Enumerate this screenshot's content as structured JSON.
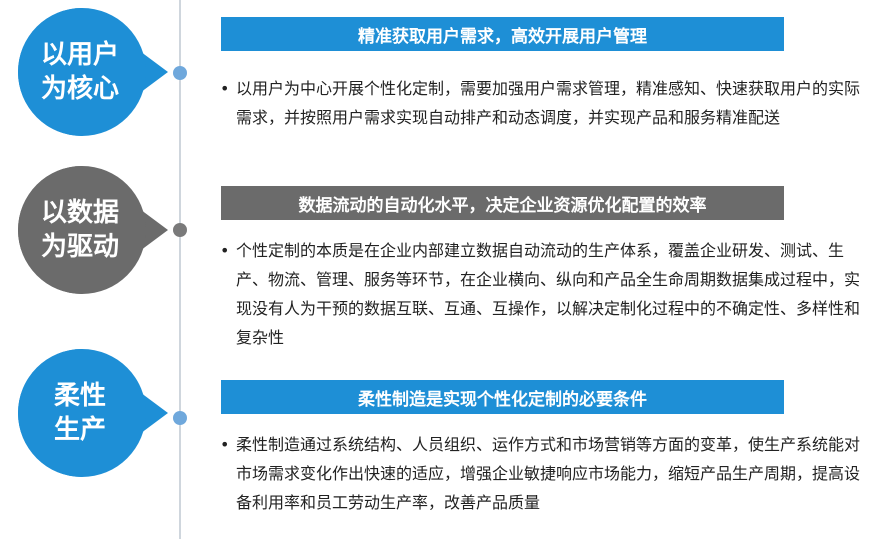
{
  "colors": {
    "blue": "#1e8fd6",
    "gray": "#6b6b6b",
    "dot_blue": "#6fa8dc",
    "dot_gray": "#7a7a7a"
  },
  "sections": [
    {
      "badge_line1": "以用户",
      "badge_line2": "为核心",
      "banner": "精准获取用户需求，高效开展用户管理",
      "bullet": "•",
      "text": "以用户为中心开展个性化定制，需要加强用户需求管理，精准感知、快速获取用户的实际需求，并按照用户需求实现自动排产和动态调度，并实现产品和服务精准配送"
    },
    {
      "badge_line1": "以数据",
      "badge_line2": "为驱动",
      "banner": "数据流动的自动化水平，决定企业资源优化配置的效率",
      "bullet": "•",
      "text": "个性定制的本质是在企业内部建立数据自动流动的生产体系，覆盖企业研发、测试、生产、物流、管理、服务等环节，在企业横向、纵向和产品全生命周期数据集成过程中，实现没有人为干预的数据互联、互通、互操作，以解决定制化过程中的不确定性、多样性和复杂性"
    },
    {
      "badge_line1": "柔性",
      "badge_line2": "生产",
      "banner": "柔性制造是实现个性化定制的必要条件",
      "bullet": "•",
      "text": "柔性制造通过系统结构、人员组织、运作方式和市场营销等方面的变革，使生产系统能对市场需求变化作出快速的适应，增强企业敏捷响应市场能力，缩短产品生产周期，提高设备利用率和员工劳动生产率，改善产品质量"
    }
  ]
}
